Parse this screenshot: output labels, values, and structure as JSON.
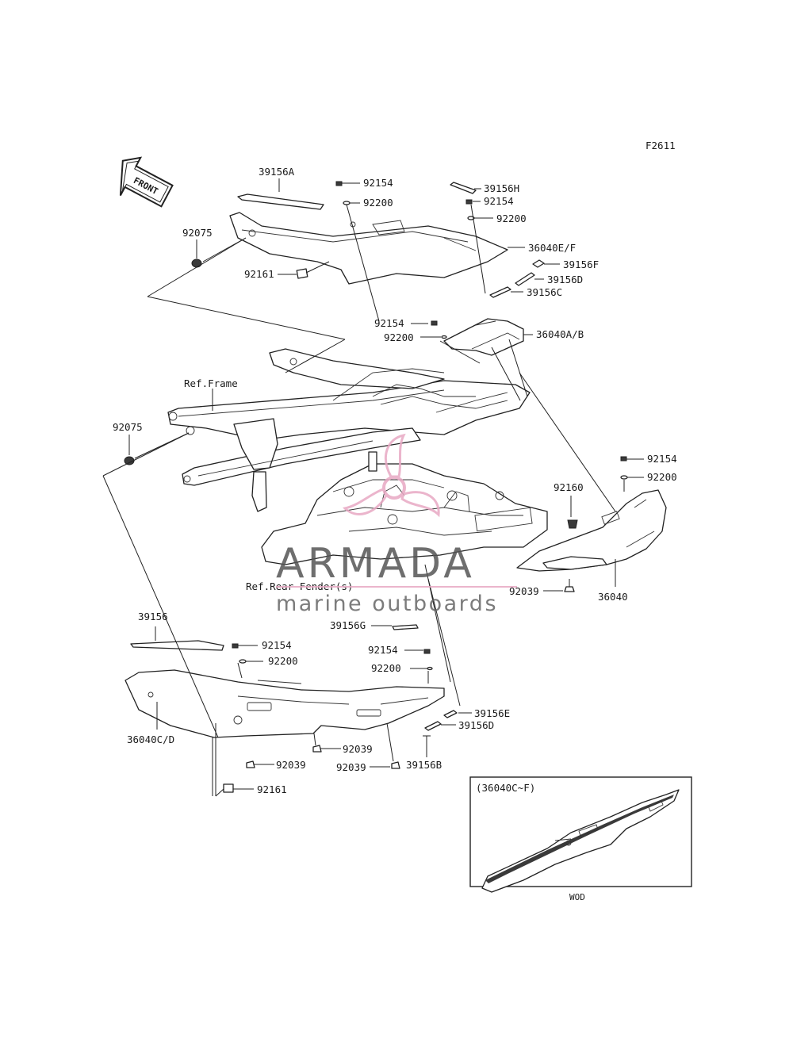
{
  "figure_code": "F2611",
  "front_label": "FRONT",
  "ref_labels": {
    "frame": "Ref.Frame",
    "rear_fender": "Ref.Rear Fender(s)"
  },
  "inset": {
    "title": "(36040C~F)",
    "caption": "WOD"
  },
  "parts": {
    "p39156A": "39156A",
    "p92154_a": "92154",
    "p92200_a": "92200",
    "p39156H": "39156H",
    "p92154_b": "92154",
    "p92200_b": "92200",
    "p36040EF": "36040E/F",
    "p39156F": "39156F",
    "p39156D_a": "39156D",
    "p39156C": "39156C",
    "p92075_a": "92075",
    "p92161_a": "92161",
    "p92154_c": "92154",
    "p92200_c": "92200",
    "p36040AB": "36040A/B",
    "p92075_b": "92075",
    "p92154_d": "92154",
    "p92200_d": "92200",
    "p92160": "92160",
    "p92039_a": "92039",
    "p36040": "36040",
    "p39156": "39156",
    "p39156G": "39156G",
    "p92154_e": "92154",
    "p92200_e": "92200",
    "p92154_f": "92154",
    "p92200_f": "92200",
    "p39156E": "39156E",
    "p39156D_b": "39156D",
    "p36040CD": "36040C/D",
    "p92039_b": "92039",
    "p92039_c": "92039",
    "p92039_d": "92039",
    "p39156B": "39156B",
    "p92161_b": "92161"
  },
  "watermark": {
    "brand": "ARMADA",
    "tagline": "marine outboards",
    "colors": {
      "logo": "#e8a9c4",
      "brand_text": "#555555",
      "tagline_text": "#666666",
      "line": "#e8a9c4"
    }
  }
}
